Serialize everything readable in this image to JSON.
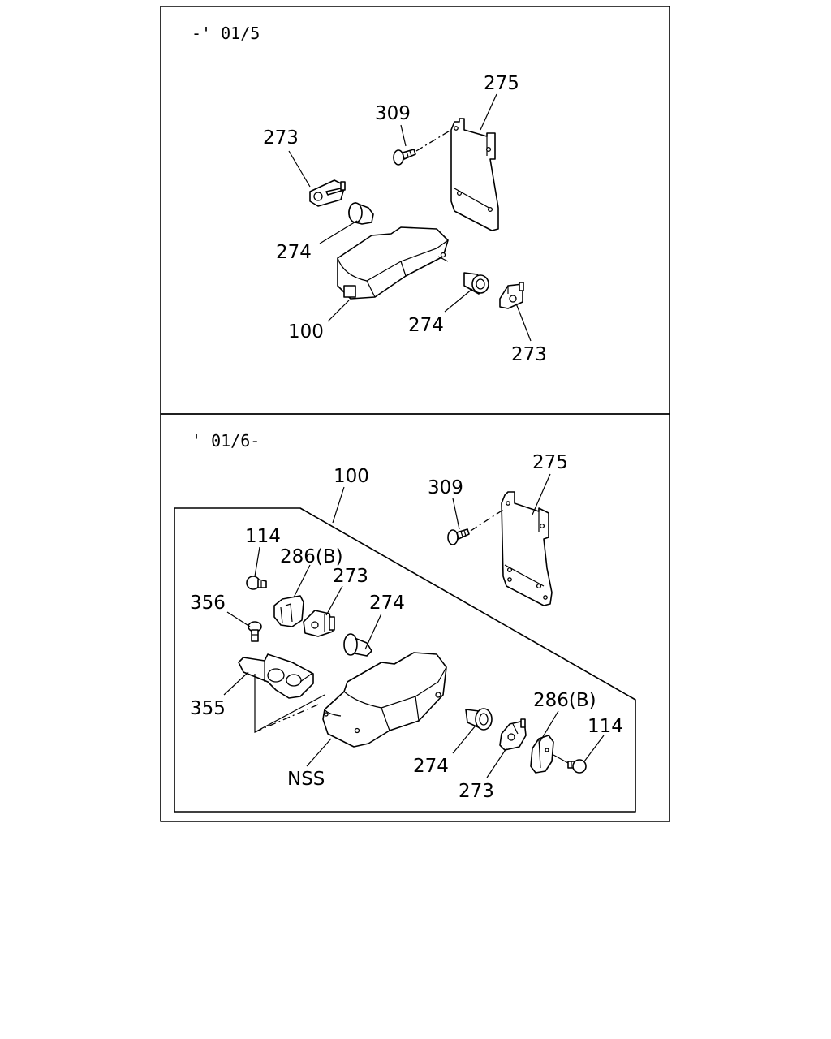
{
  "panels": [
    {
      "range_label": "-' 01/5",
      "callouts": {
        "bracket": "275",
        "screw": "309",
        "left_clip": "273",
        "left_bush": "274",
        "armrest": "100",
        "right_bush": "274",
        "right_clip": "273"
      }
    },
    {
      "range_label": "' 01/6-",
      "callouts": {
        "assembly": "100",
        "bracket": "275",
        "screw": "309",
        "left_bolt": "114",
        "left_cover": "286(B)",
        "left_clip": "273",
        "left_bush": "274",
        "cup_screw": "356",
        "cup_holder": "355",
        "armrest_nss": "NSS",
        "right_bush": "274",
        "right_clip": "273",
        "right_cover": "286(B)",
        "right_bolt": "114"
      }
    }
  ]
}
